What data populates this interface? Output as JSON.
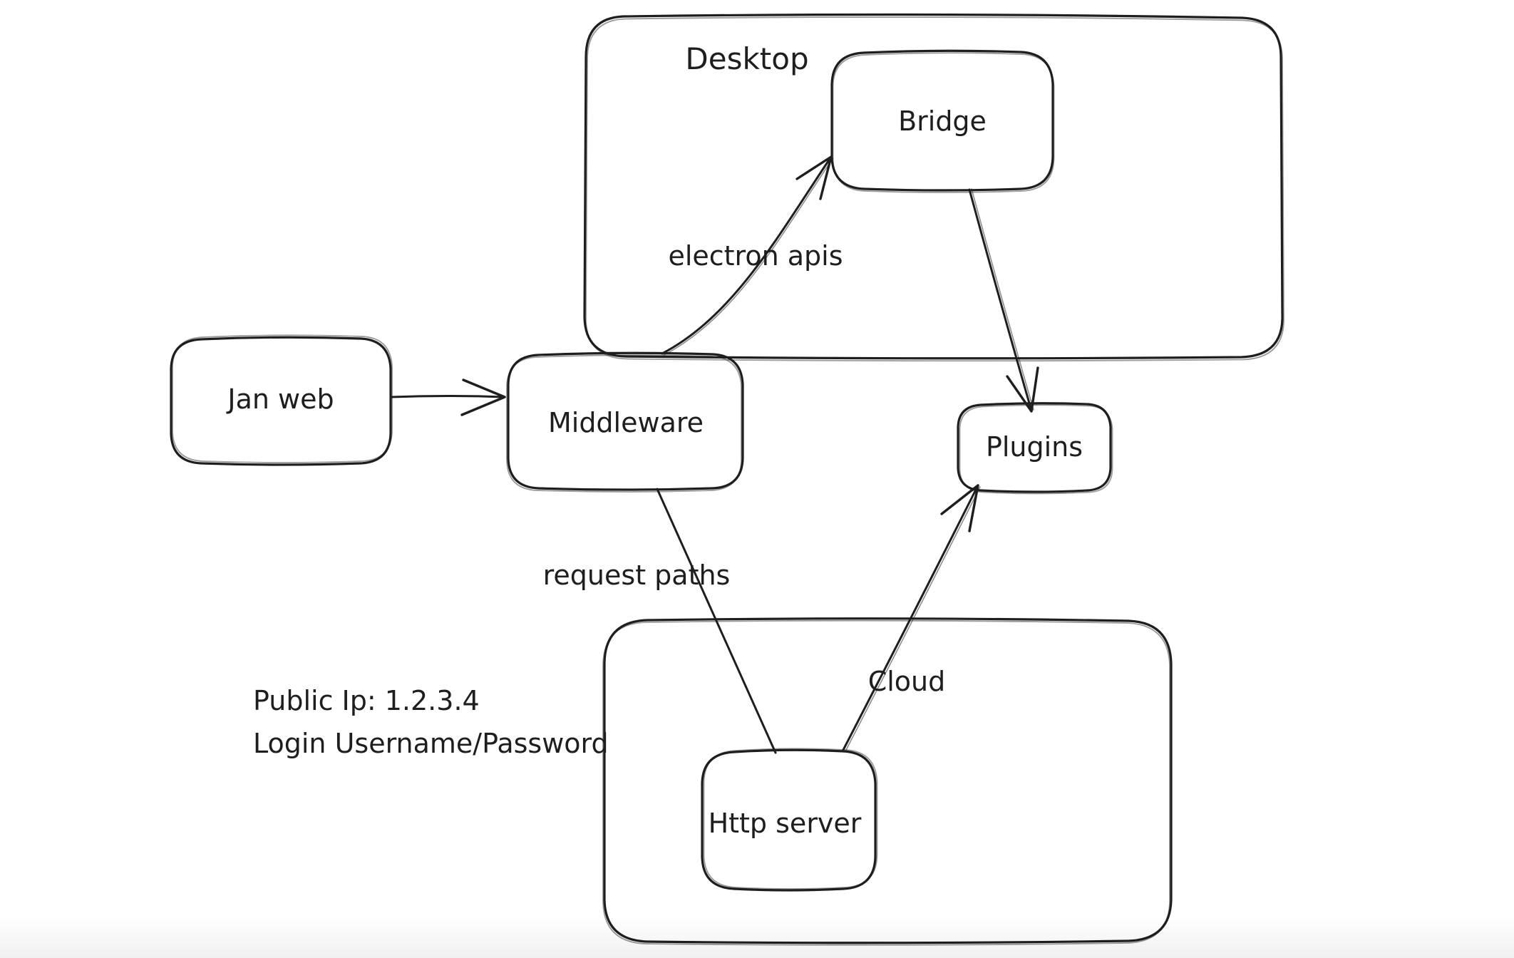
{
  "canvas": {
    "background_color": "#ffffff",
    "stroke_color": "#1e1e1e"
  },
  "containers": {
    "desktop": {
      "label": "Desktop"
    },
    "cloud": {
      "label": "Cloud"
    }
  },
  "nodes": {
    "jan_web": {
      "label": "Jan web"
    },
    "middleware": {
      "label": "Middleware"
    },
    "bridge": {
      "label": "Bridge"
    },
    "plugins": {
      "label": "Plugins"
    },
    "http_server": {
      "label": "Http server"
    }
  },
  "edges": {
    "middleware_to_bridge": {
      "label": "electron apis"
    },
    "middleware_to_http_server": {
      "label": "request paths"
    }
  },
  "annotations": {
    "public_ip": "Public Ip: 1.2.3.4",
    "login": "Login Username/Password"
  }
}
